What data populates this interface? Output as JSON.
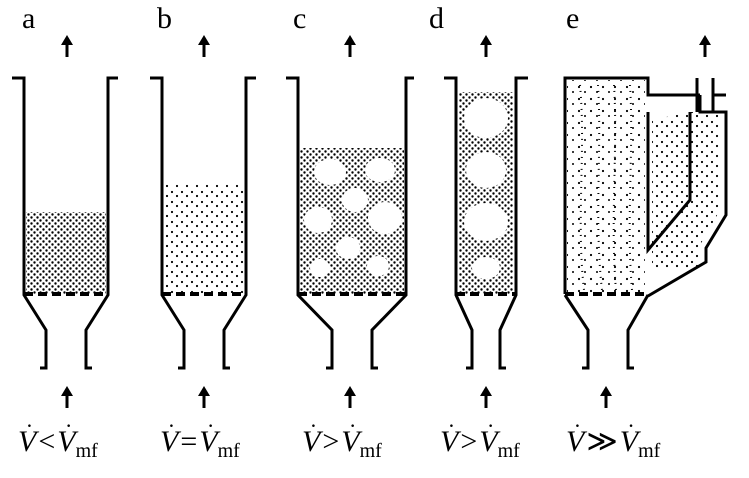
{
  "panels": [
    {
      "id": "a",
      "label": "a",
      "condition": {
        "v": "V",
        "op": "<",
        "vmf": "V",
        "sub": "mf"
      }
    },
    {
      "id": "b",
      "label": "b",
      "condition": {
        "v": "V",
        "op": "=",
        "vmf": "V",
        "sub": "mf"
      }
    },
    {
      "id": "c",
      "label": "c",
      "condition": {
        "v": "V",
        "op": ">",
        "vmf": "V",
        "sub": "mf"
      }
    },
    {
      "id": "d",
      "label": "d",
      "condition": {
        "v": "V",
        "op": ">",
        "vmf": "V",
        "sub": "mf"
      }
    },
    {
      "id": "e",
      "label": "e",
      "condition": {
        "v": "V",
        "op": "≫",
        "vmf": "V",
        "sub": "mf"
      }
    }
  ],
  "colors": {
    "ink": "#000000",
    "background": "#ffffff"
  }
}
